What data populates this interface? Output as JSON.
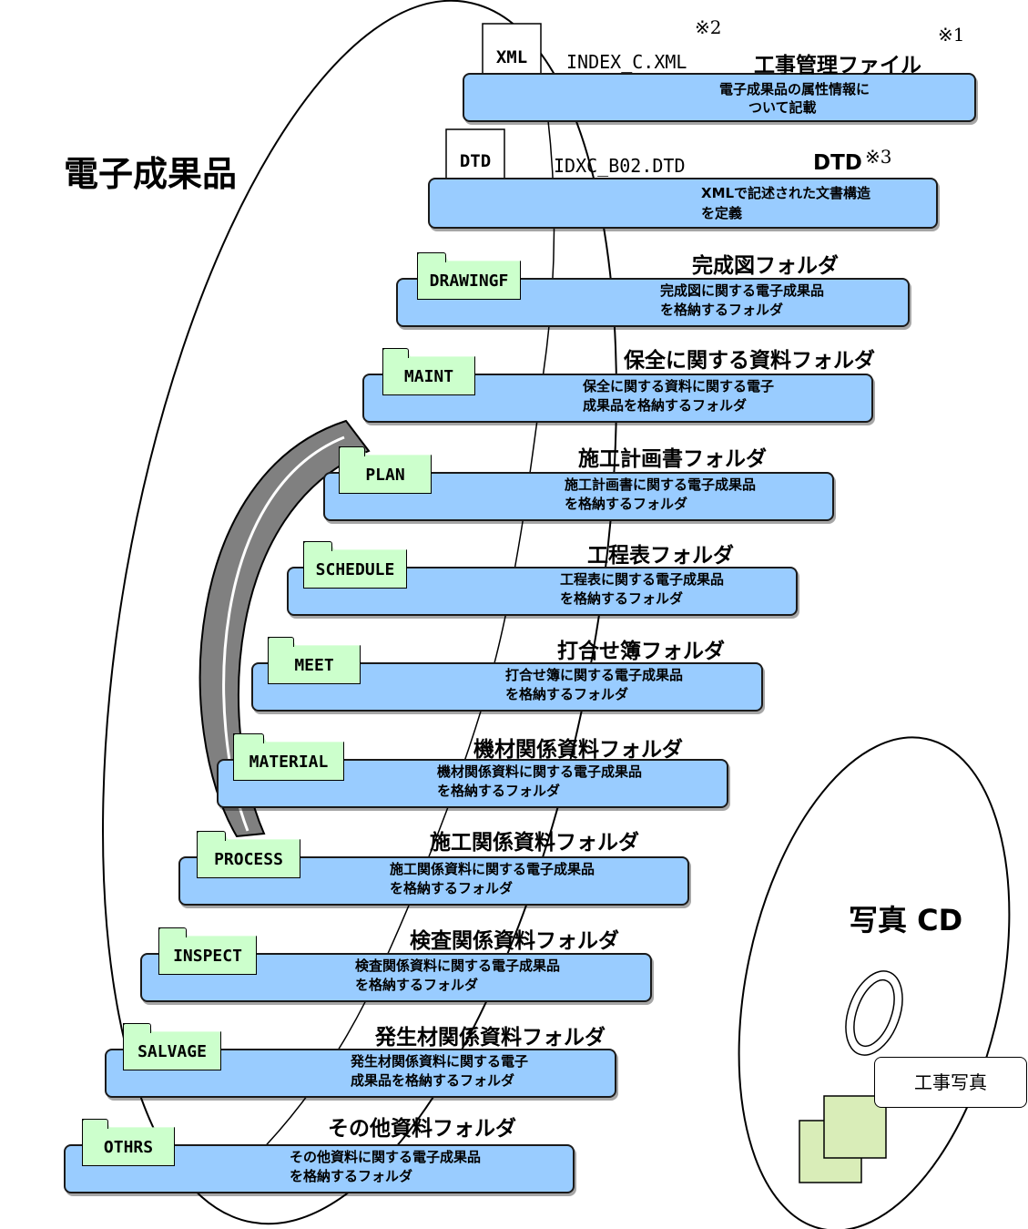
{
  "heading": "電子成果品",
  "notes": {
    "n1": "※1",
    "n2": "※2",
    "n3": "※3"
  },
  "files": [
    {
      "icon_label": "XML",
      "filename": "INDEX_C.XML",
      "title": "工事管理ファイル",
      "desc": [
        "電子成果品の属性情報に",
        "ついて記載"
      ]
    },
    {
      "icon_label": "DTD",
      "filename": "IDXC_B02.DTD",
      "title": "DTD",
      "desc": [
        "XMLで記述された文書構造",
        "を定義"
      ]
    }
  ],
  "folders": [
    {
      "tag": "DRAWINGF",
      "title": "完成図フォルダ",
      "desc": [
        "完成図に関する電子成果品",
        "を格納するフォルダ"
      ]
    },
    {
      "tag": "MAINT",
      "title": "保全に関する資料フォルダ",
      "desc": [
        "保全に関する資料に関する電子",
        "成果品を格納するフォルダ"
      ]
    },
    {
      "tag": "PLAN",
      "title": "施工計画書フォルダ",
      "desc": [
        "施工計画書に関する電子成果品",
        "を格納するフォルダ"
      ]
    },
    {
      "tag": "SCHEDULE",
      "title": "工程表フォルダ",
      "desc": [
        "工程表に関する電子成果品",
        "を格納するフォルダ"
      ]
    },
    {
      "tag": "MEET",
      "title": "打合せ簿フォルダ",
      "desc": [
        "打合せ簿に関する電子成果品",
        "を格納するフォルダ"
      ]
    },
    {
      "tag": "MATERIAL",
      "title": "機材関係資料フォルダ",
      "desc": [
        "機材関係資料に関する電子成果品",
        "を格納するフォルダ"
      ]
    },
    {
      "tag": "PROCESS",
      "title": "施工関係資料フォルダ",
      "desc": [
        "施工関係資料に関する電子成果品",
        "を格納するフォルダ"
      ]
    },
    {
      "tag": "INSPECT",
      "title": "検査関係資料フォルダ",
      "desc": [
        "検査関係資料に関する電子成果品",
        "を格納するフォルダ"
      ]
    },
    {
      "tag": "SALVAGE",
      "title": "発生材関係資料フォルダ",
      "desc": [
        "発生材関係資料に関する電子",
        "成果品を格納するフォルダ"
      ]
    },
    {
      "tag": "OTHRS",
      "title": "その他資料フォルダ",
      "desc": [
        "その他資料に関する電子成果品",
        "を格納するフォルダ"
      ]
    }
  ],
  "photo_cd": {
    "label": "写真 CD",
    "photo_label": "工事写真"
  },
  "colors": {
    "box": "#99ccff",
    "folder": "#ccffcc",
    "photo": "#d9edb8",
    "bracket": "#808080"
  }
}
